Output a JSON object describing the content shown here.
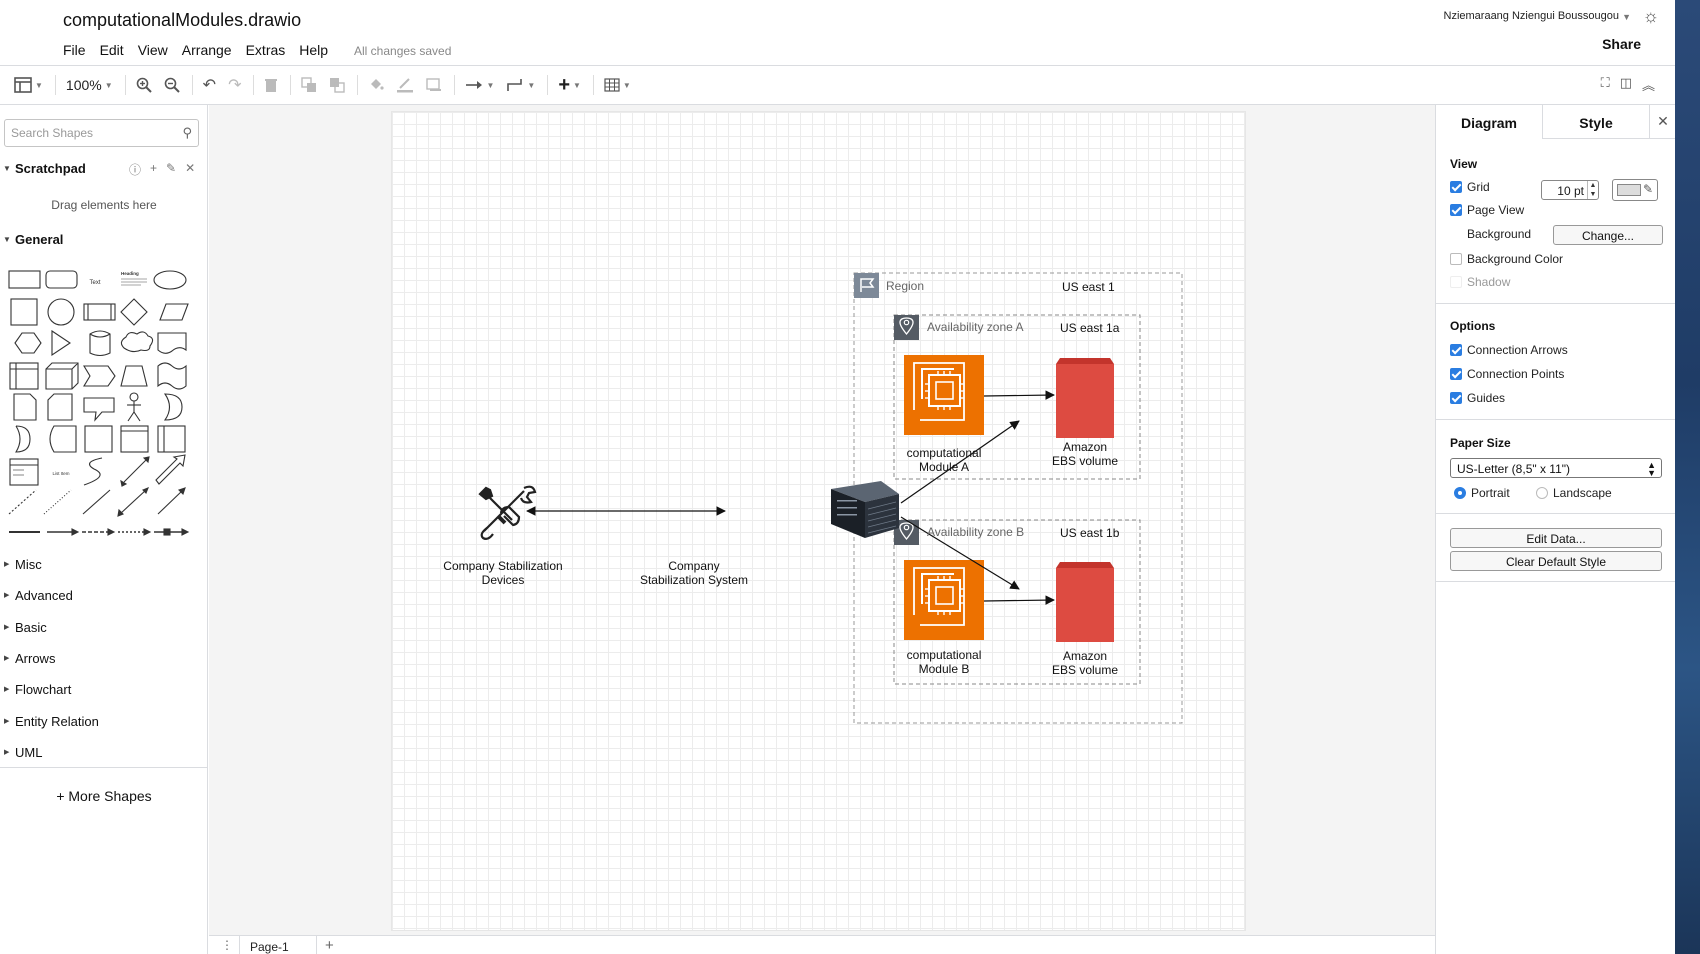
{
  "app": {
    "title": "computationalModules.drawio",
    "menus": [
      "File",
      "Edit",
      "View",
      "Arrange",
      "Extras",
      "Help"
    ],
    "save_status": "All changes saved",
    "user": "Nziemaraang Nziengui Boussougou",
    "share_label": "Share"
  },
  "toolbar": {
    "zoom": "100%"
  },
  "sidebar": {
    "search_placeholder": "Search Shapes",
    "scratchpad_title": "Scratchpad",
    "scratchpad_hint": "Drag elements here",
    "general_title": "General",
    "shape_text_label": "Text",
    "shape_heading_label": "Heading",
    "shape_list_label": "List Item",
    "categories": [
      "Misc",
      "Advanced",
      "Basic",
      "Arrows",
      "Flowchart",
      "Entity Relation",
      "UML"
    ],
    "more_shapes": "+ More Shapes"
  },
  "diagram": {
    "devices_label_1": "Company Stabilization",
    "devices_label_2": "Devices",
    "system_label_1": "Company",
    "system_label_2": "Stabilization System",
    "region_label": "Region",
    "region_name": "US east 1",
    "zone_a_label": "Availability zone A",
    "zone_a_name": "US east 1a",
    "zone_b_label": "Availability zone B",
    "zone_b_name": "US east 1b",
    "module_a_1": "computational",
    "module_a_2": "Module A",
    "module_b_1": "computational",
    "module_b_2": "Module B",
    "ebs_1": "Amazon",
    "ebs_2": "EBS volume",
    "colors": {
      "ec2": "#ed7100",
      "ebs": "#dd4b41",
      "zone_icon": "#545b64"
    }
  },
  "pages": {
    "tab": "Page-1"
  },
  "format": {
    "tab_diagram": "Diagram",
    "tab_style": "Style",
    "view_title": "View",
    "grid_label": "Grid",
    "grid_size": "10 pt",
    "page_view_label": "Page View",
    "background_label": "Background",
    "change_button": "Change...",
    "background_color_label": "Background Color",
    "shadow_label": "Shadow",
    "options_title": "Options",
    "connection_arrows": "Connection Arrows",
    "connection_points": "Connection Points",
    "guides": "Guides",
    "paper_size_title": "Paper Size",
    "paper_size_value": "US-Letter (8,5\" x 11\")",
    "portrait": "Portrait",
    "landscape": "Landscape",
    "edit_data": "Edit Data...",
    "clear_style": "Clear Default Style"
  }
}
